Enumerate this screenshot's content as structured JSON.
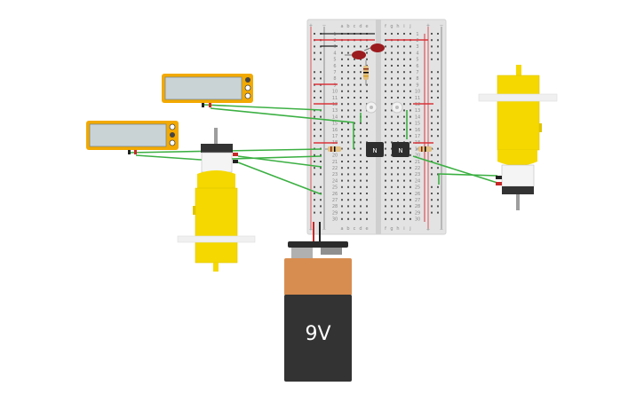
{
  "battery": {
    "label": "9V"
  },
  "breadboard": {
    "columns_left": [
      "a",
      "b",
      "c",
      "d",
      "e"
    ],
    "columns_right": [
      "f",
      "g",
      "h",
      "i",
      "j"
    ],
    "rows": [
      "1",
      "2",
      "3",
      "4",
      "5",
      "6",
      "7",
      "8",
      "9",
      "10",
      "11",
      "12",
      "13",
      "14",
      "15",
      "16",
      "17",
      "18",
      "19",
      "20",
      "21",
      "22",
      "23",
      "24",
      "25",
      "26",
      "27",
      "28",
      "29",
      "30"
    ],
    "rail_plus": "+",
    "rail_minus": "−"
  },
  "transistors": {
    "left_label": "N",
    "right_label": "N"
  },
  "colors": {
    "wire": "#3cb043",
    "motor_yellow": "#f5d800",
    "multimeter_orange": "#f2a900",
    "multimeter_screen": "#c9d3d6",
    "battery_top": "#d88d50",
    "battery_body": "#333333",
    "breadboard": "#e2e2e2",
    "rail_red": "#d9343b",
    "led_red": "#9b1b1f"
  }
}
